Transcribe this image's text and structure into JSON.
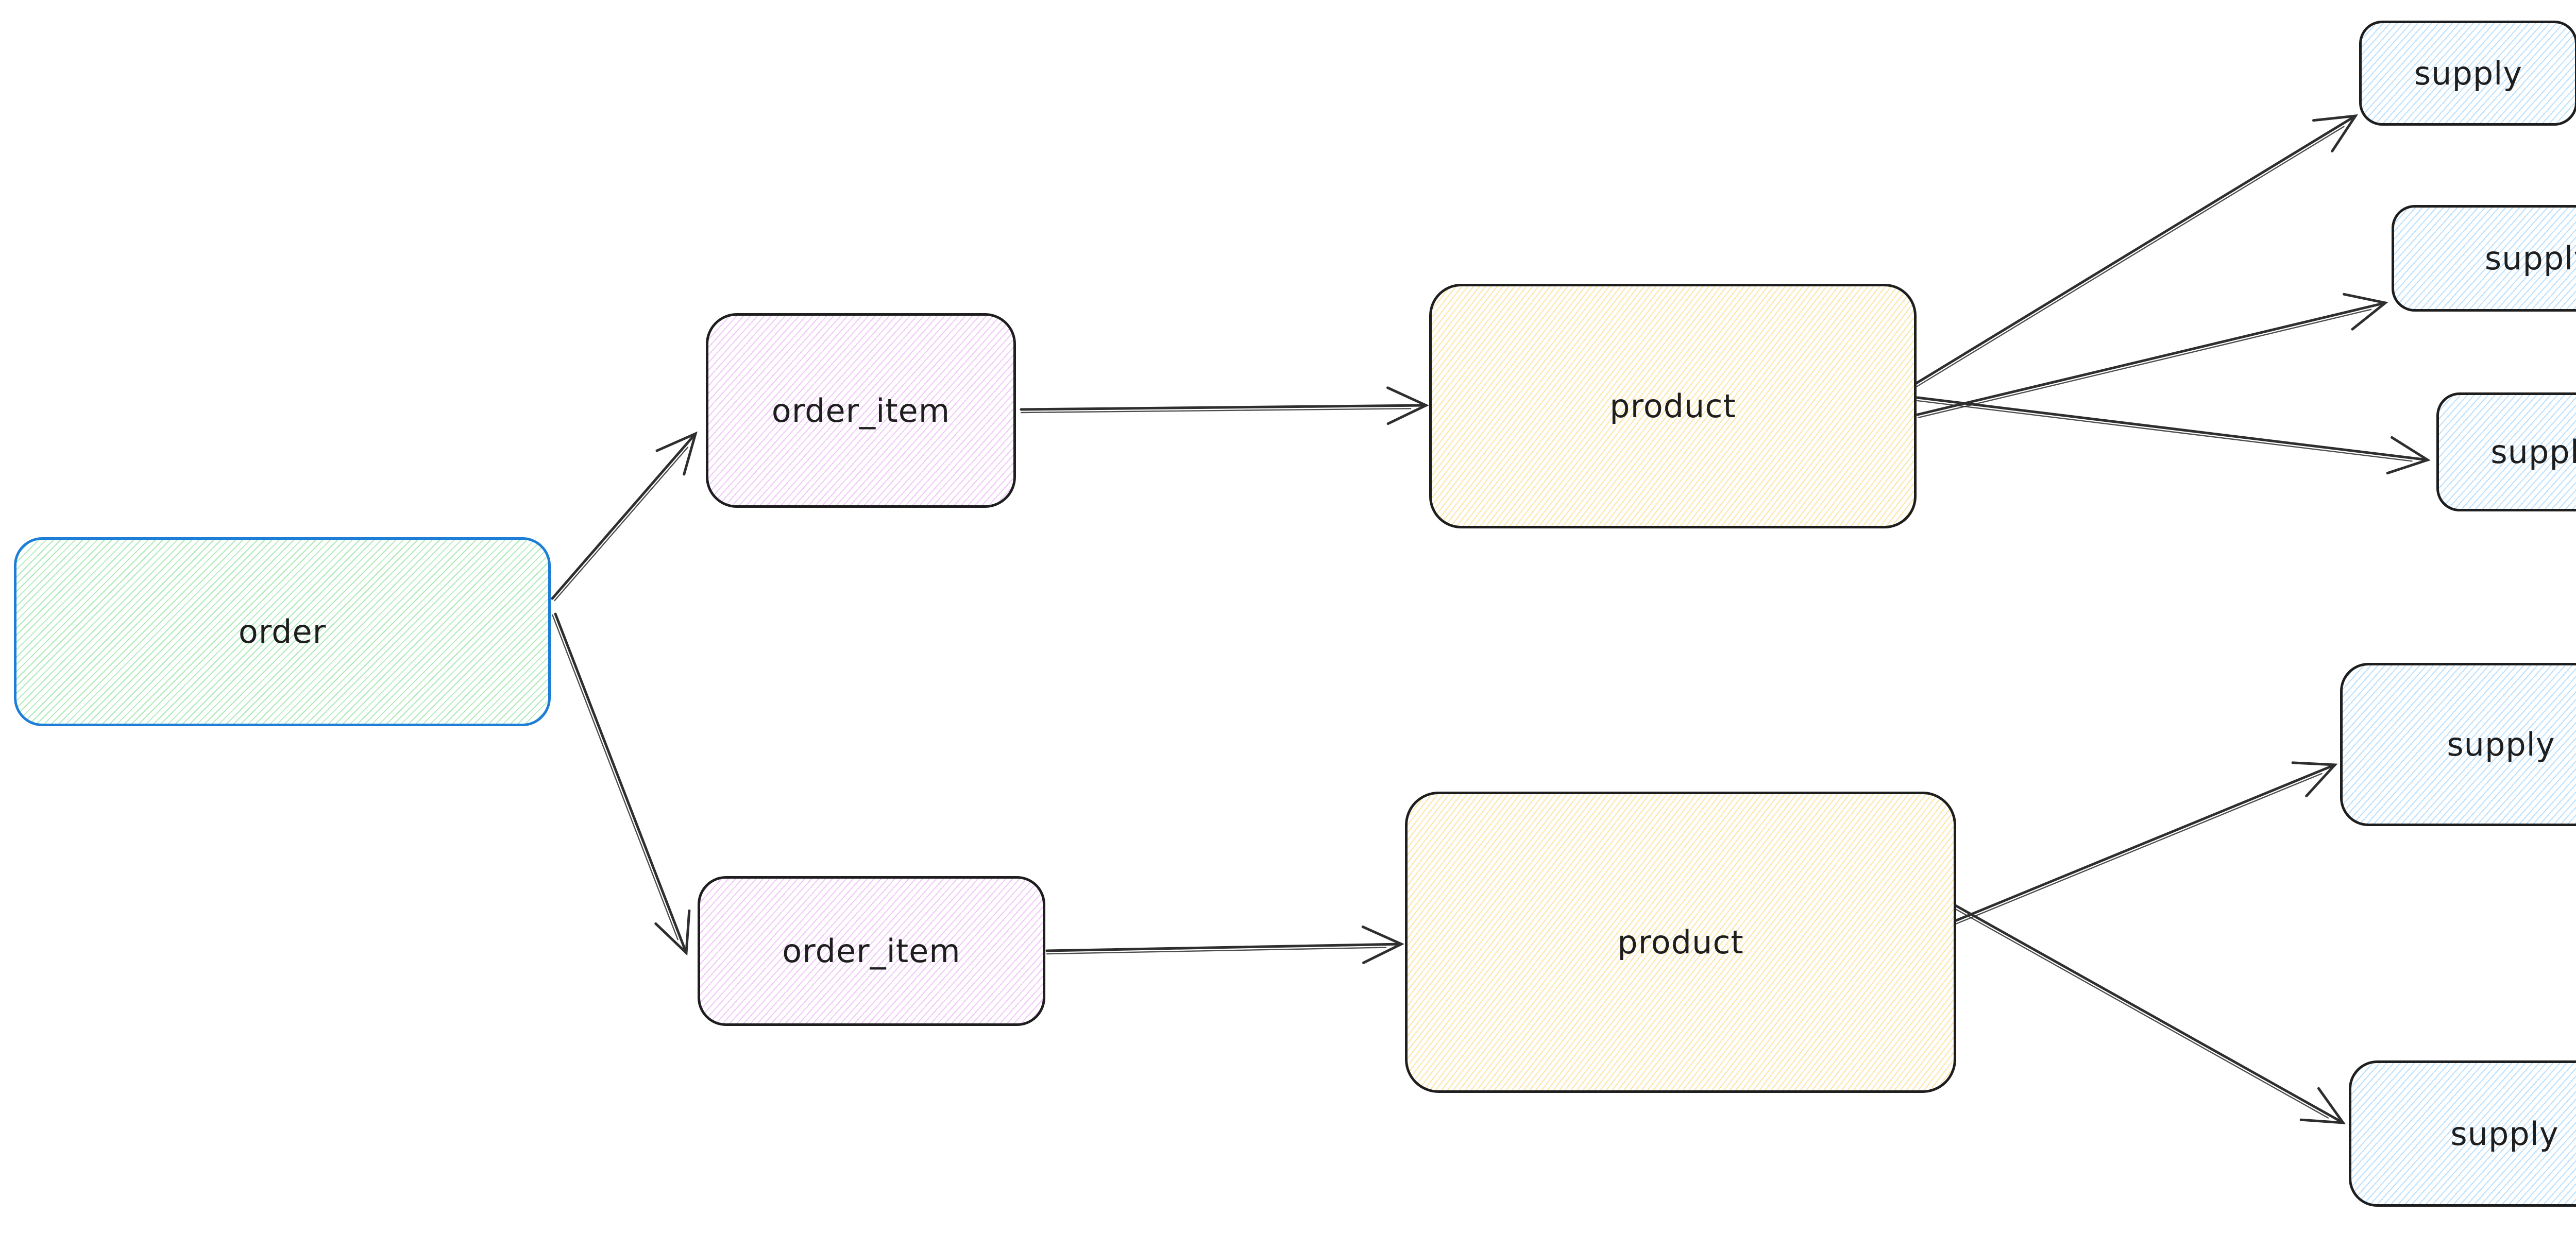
{
  "diagram": {
    "nodes": [
      {
        "id": "order",
        "label": "order",
        "fill": "green",
        "stroke": "#1c7ed6"
      },
      {
        "id": "order_item_top",
        "label": "order_item",
        "fill": "violet",
        "stroke": "#1e1e1e"
      },
      {
        "id": "product_top",
        "label": "product",
        "fill": "yellow",
        "stroke": "#1e1e1e"
      },
      {
        "id": "supply_top_1",
        "label": "supply",
        "fill": "blue",
        "stroke": "#1e1e1e"
      },
      {
        "id": "supply_top_2",
        "label": "supply",
        "fill": "blue",
        "stroke": "#1e1e1e"
      },
      {
        "id": "supply_top_3",
        "label": "supply",
        "fill": "blue",
        "stroke": "#1e1e1e"
      },
      {
        "id": "order_item_bottom",
        "label": "order_item",
        "fill": "violet",
        "stroke": "#1e1e1e"
      },
      {
        "id": "product_bottom",
        "label": "product",
        "fill": "yellow",
        "stroke": "#1e1e1e"
      },
      {
        "id": "supply_bottom_1",
        "label": "supply",
        "fill": "blue",
        "stroke": "#1e1e1e"
      },
      {
        "id": "supply_bottom_2",
        "label": "supply",
        "fill": "blue",
        "stroke": "#1e1e1e"
      }
    ],
    "edges": [
      {
        "from": "order",
        "to": "order_item_top"
      },
      {
        "from": "order",
        "to": "order_item_bottom"
      },
      {
        "from": "order_item_top",
        "to": "product_top"
      },
      {
        "from": "product_top",
        "to": "supply_top_1"
      },
      {
        "from": "product_top",
        "to": "supply_top_2"
      },
      {
        "from": "product_top",
        "to": "supply_top_3"
      },
      {
        "from": "order_item_bottom",
        "to": "product_bottom"
      },
      {
        "from": "product_bottom",
        "to": "supply_bottom_1"
      },
      {
        "from": "product_bottom",
        "to": "supply_bottom_2"
      }
    ],
    "colors": {
      "background": "#ffffff",
      "default_stroke": "#1e1e1e",
      "order_stroke": "#1c7ed6",
      "green_fill": "#b2f2bb",
      "violet_fill": "#e599f7",
      "yellow_fill": "#ffec99",
      "blue_fill": "#a5d8ff",
      "arrow": "#2e2e2e"
    }
  }
}
